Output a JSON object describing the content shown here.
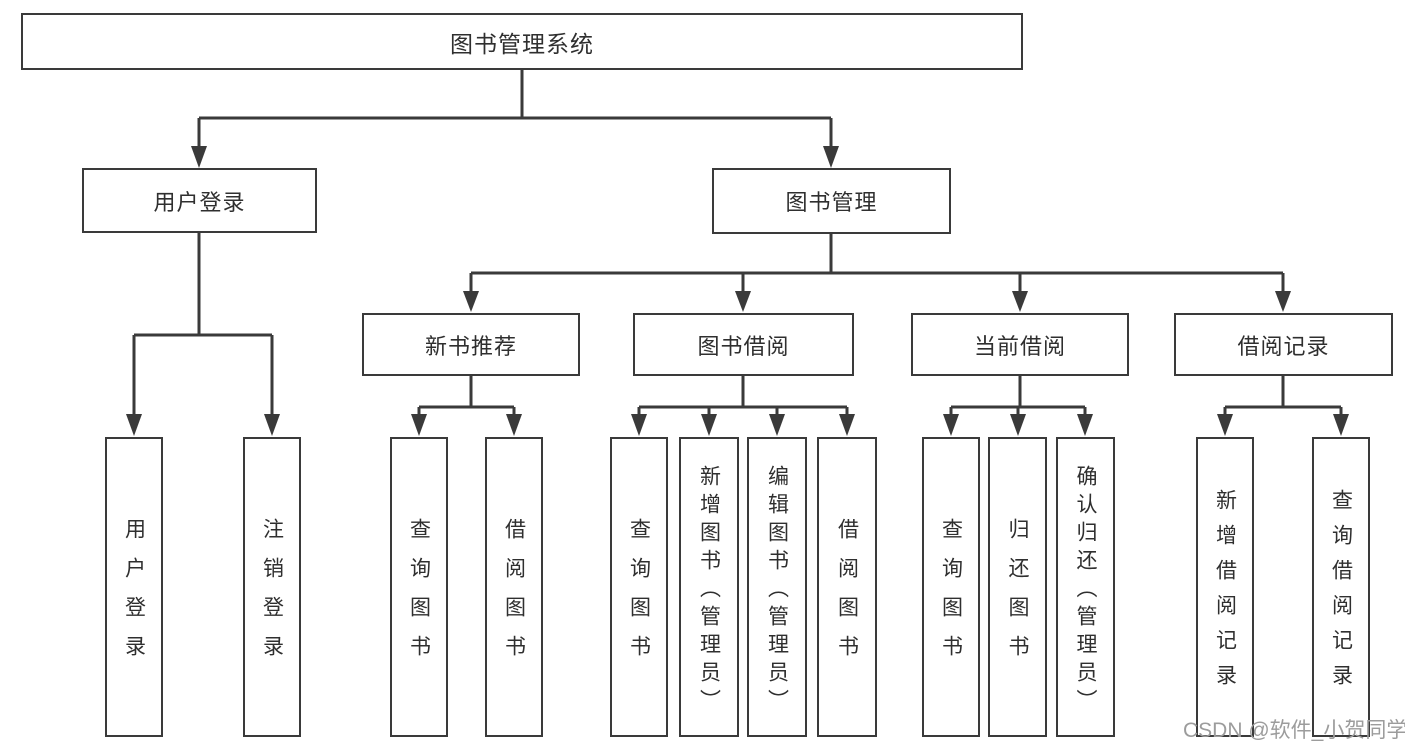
{
  "diagram": {
    "title": "图书管理系统",
    "root": {
      "label": "图书管理系统"
    },
    "level2": [
      {
        "label": "用户登录"
      },
      {
        "label": "图书管理"
      }
    ],
    "level3": [
      {
        "label": "新书推荐"
      },
      {
        "label": "图书借阅"
      },
      {
        "label": "当前借阅"
      },
      {
        "label": "借阅记录"
      }
    ],
    "leaves": {
      "login": [
        "用户登录",
        "注销登录"
      ],
      "newbook": [
        "查询图书",
        "借阅图书"
      ],
      "borrow": [
        "查询图书",
        "新增图书（管理员）",
        "编辑图书（管理员）",
        "借阅图书"
      ],
      "current": [
        "查询图书",
        "归还图书",
        "确认归还（管理员）"
      ],
      "records": [
        "新增借阅记录",
        "查询借阅记录"
      ]
    }
  },
  "watermark": {
    "text": "CSDN @软件_小贺同学",
    "color": "#9c9c9c"
  },
  "colors": {
    "line": "#3a3a3a",
    "box_border": "#3a3a3a",
    "text": "#2f2f2f",
    "background": "#ffffff"
  }
}
